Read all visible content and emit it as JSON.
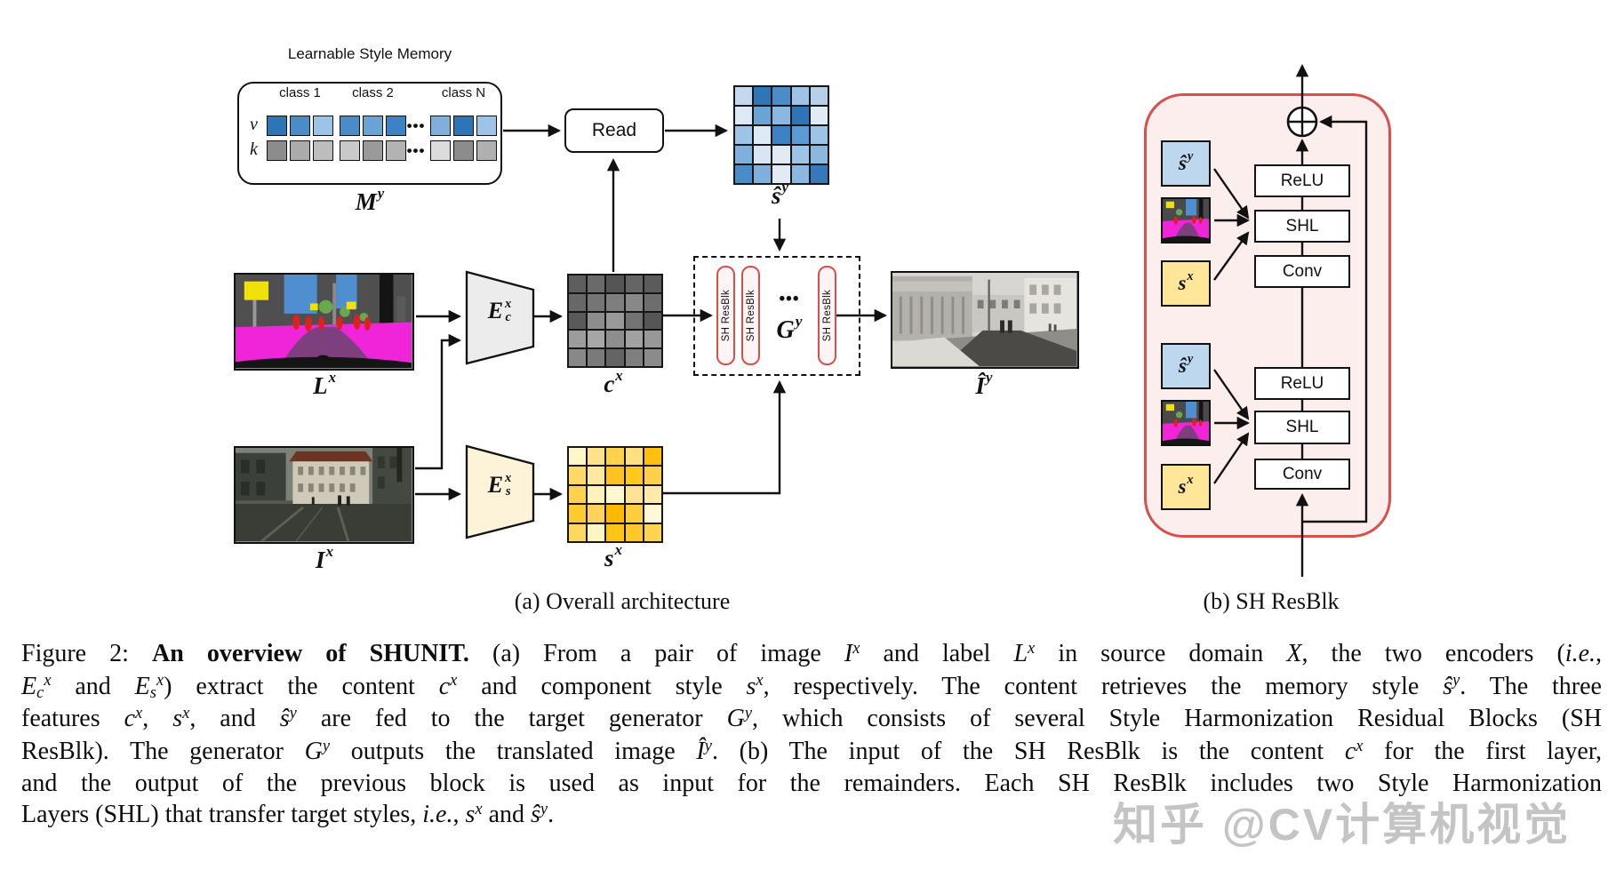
{
  "colors": {
    "accent_red": "#d94f4b",
    "panel_pink_fill": "#fdeeee",
    "pill_pink_fill": "#fdf5f5",
    "memory_blue_dark": "#2e75b8",
    "memory_blue_light": "#9dc3e6",
    "shat_square_blue": "#bdd7ee",
    "sx_square_yellow": "#ffe699",
    "segmentation_magenta": "#f024d8",
    "watermark_gray": "#a5a5a5"
  },
  "panel_a": {
    "caption": "(a) Overall architecture",
    "memory": {
      "title": "Learnable Style Memory",
      "class_labels": [
        "class 1",
        "class 2",
        "class N"
      ],
      "row_labels": {
        "v": "v",
        "k": "k"
      },
      "dots": "•••",
      "label": {
        "b": "M",
        "sup": "y"
      },
      "v_colors": [
        [
          "#2e75b8",
          "#4a8cc8",
          "#9dc3e6"
        ],
        [
          "#4a8cc8",
          "#6aa3d5",
          "#3c82c4"
        ],
        [
          "#7fb0dc",
          "#2e75b8",
          "#9dc3e6"
        ]
      ],
      "k_colors": [
        [
          "#8c8c8c",
          "#ababab",
          "#bdbdbd"
        ],
        [
          "#c9c9c9",
          "#9a9a9a",
          "#b3b3b3"
        ],
        [
          "#dcdcdc",
          "#8c8c8c",
          "#b0b0b0"
        ]
      ]
    },
    "read_label": "Read",
    "shat": {
      "label": {
        "b": "ŝ",
        "sup": "y"
      },
      "grid": [
        [
          "#c3d9ed",
          "#2e75b8",
          "#4a8cc8",
          "#9dc3e6",
          "#b6d0e9"
        ],
        [
          "#dde9f5",
          "#6aa3d5",
          "#8ab8e0",
          "#2e75b8",
          "#e0ebf6"
        ],
        [
          "#9dc3e6",
          "#dde9f5",
          "#3c82c4",
          "#5b9bd5",
          "#9dc3e6"
        ],
        [
          "#7fb0dc",
          "#d8e5f2",
          "#e0ebf6",
          "#9dc3e6",
          "#8ab8e0"
        ],
        [
          "#4a8cc8",
          "#7fb0dc",
          "#e0ebf6",
          "#8ab8e0",
          "#3579bc"
        ]
      ]
    },
    "lx": {
      "label": {
        "b": "L",
        "sup": "x"
      }
    },
    "ix": {
      "label": {
        "b": "I",
        "sup": "x"
      }
    },
    "iy": {
      "label": {
        "b": "Î",
        "sup": "y"
      }
    },
    "cx": {
      "label": {
        "b": "c",
        "sup": "x"
      },
      "grid": [
        [
          "#5e5e5e",
          "#6a6a6a",
          "#555555",
          "#656565",
          "#5b5b5b"
        ],
        [
          "#686868",
          "#757575",
          "#7e7e7e",
          "#888888",
          "#6d6d6d"
        ],
        [
          "#5a5a5a",
          "#8d8d8d",
          "#999999",
          "#737373",
          "#565656"
        ],
        [
          "#9c9c9c",
          "#a6a6a6",
          "#8d8d8d",
          "#a1a1a1",
          "#989898"
        ],
        [
          "#888888",
          "#7a7a7a",
          "#646464",
          "#7f7f7f",
          "#8b8b8b"
        ]
      ]
    },
    "sx": {
      "label": {
        "b": "s",
        "sup": "x"
      },
      "grid": [
        [
          "#fff6c9",
          "#ffe28a",
          "#ffd24d",
          "#ffdf80",
          "#ffc010"
        ],
        [
          "#ffd865",
          "#ffe9a0",
          "#ffc224",
          "#ffc81e",
          "#ffd14a"
        ],
        [
          "#ffd14d",
          "#fff3bd",
          "#fff7d0",
          "#ffe294",
          "#ffe9ab"
        ],
        [
          "#ffc930",
          "#ffd25a",
          "#ffb900",
          "#ffce3d",
          "#fff9d6"
        ],
        [
          "#ffd75e",
          "#fff6c4",
          "#ffc414",
          "#ffc82a",
          "#ffd452"
        ]
      ]
    },
    "encoder_content": {
      "b": "E",
      "sub": "c",
      "sup": "x"
    },
    "encoder_style": {
      "b": "E",
      "sub": "s",
      "sup": "x"
    },
    "generator": {
      "label": {
        "b": "G",
        "sup": "y"
      },
      "resblk": "SH ResBlk",
      "dots": "•••"
    }
  },
  "panel_b": {
    "caption": "(b) SH ResBlk",
    "shat_label": {
      "b": "ŝ",
      "sup": "y"
    },
    "sx_label": {
      "b": "s",
      "sup": "x"
    },
    "groups": [
      {
        "relu": "ReLU",
        "shl": "SHL",
        "conv": "Conv"
      },
      {
        "relu": "ReLU",
        "shl": "SHL",
        "conv": "Conv"
      }
    ]
  },
  "figure_caption": {
    "lines": [
      [
        {
          "t": "Figure 2: ",
          "f": "p"
        },
        {
          "t": "An overview of SHUNIT.",
          "f": "b"
        },
        {
          "t": " (a) From a pair of image ",
          "f": "p"
        },
        {
          "t": "I",
          "f": "m"
        },
        {
          "t": "x",
          "f": "s"
        },
        {
          "t": " and label ",
          "f": "p"
        },
        {
          "t": "L",
          "f": "m"
        },
        {
          "t": "x",
          "f": "s"
        },
        {
          "t": " in source domain ",
          "f": "p"
        },
        {
          "t": "X",
          "f": "m"
        },
        {
          "t": ", the two encoders (",
          "f": "p"
        },
        {
          "t": "i.e.",
          "f": "i"
        },
        {
          "t": ",",
          "f": "p"
        }
      ],
      [
        {
          "t": "E",
          "f": "m"
        },
        {
          "t": "c",
          "f": "u"
        },
        {
          "t": "x",
          "f": "s"
        },
        {
          "t": " and ",
          "f": "p"
        },
        {
          "t": "E",
          "f": "m"
        },
        {
          "t": "s",
          "f": "u"
        },
        {
          "t": "x",
          "f": "s"
        },
        {
          "t": ") extract the content ",
          "f": "p"
        },
        {
          "t": "c",
          "f": "m"
        },
        {
          "t": "x",
          "f": "s"
        },
        {
          "t": " and component style ",
          "f": "p"
        },
        {
          "t": "s",
          "f": "m"
        },
        {
          "t": "x",
          "f": "s"
        },
        {
          "t": ", respectively. The content retrieves the memory style ",
          "f": "p"
        },
        {
          "t": "ŝ",
          "f": "m"
        },
        {
          "t": "y",
          "f": "s"
        },
        {
          "t": ". The three",
          "f": "p"
        }
      ],
      [
        {
          "t": "features ",
          "f": "p"
        },
        {
          "t": "c",
          "f": "m"
        },
        {
          "t": "x",
          "f": "s"
        },
        {
          "t": ", ",
          "f": "p"
        },
        {
          "t": "s",
          "f": "m"
        },
        {
          "t": "x",
          "f": "s"
        },
        {
          "t": ", and ",
          "f": "p"
        },
        {
          "t": "ŝ",
          "f": "m"
        },
        {
          "t": "y",
          "f": "s"
        },
        {
          "t": " are fed to the target generator ",
          "f": "p"
        },
        {
          "t": "G",
          "f": "m"
        },
        {
          "t": "y",
          "f": "s"
        },
        {
          "t": ", which consists of several Style Harmonization Residual Blocks (SH",
          "f": "p"
        }
      ],
      [
        {
          "t": "ResBlk). The generator ",
          "f": "p"
        },
        {
          "t": "G",
          "f": "m"
        },
        {
          "t": "y",
          "f": "s"
        },
        {
          "t": " outputs the translated image ",
          "f": "p"
        },
        {
          "t": "Î",
          "f": "m"
        },
        {
          "t": "y",
          "f": "s"
        },
        {
          "t": ". (b) The input of the SH ResBlk is the content ",
          "f": "p"
        },
        {
          "t": "c",
          "f": "m"
        },
        {
          "t": "x",
          "f": "s"
        },
        {
          "t": " for the first layer,",
          "f": "p"
        }
      ],
      [
        {
          "t": "and the output of the previous block is used as input for the remainders. Each SH ResBlk includes two Style Harmonization",
          "f": "p"
        }
      ],
      [
        {
          "t": "Layers (SHL) that transfer target styles, ",
          "f": "p"
        },
        {
          "t": "i.e.",
          "f": "i"
        },
        {
          "t": ", ",
          "f": "p"
        },
        {
          "t": "s",
          "f": "m"
        },
        {
          "t": "x",
          "f": "s"
        },
        {
          "t": " and ",
          "f": "p"
        },
        {
          "t": "ŝ",
          "f": "m"
        },
        {
          "t": "y",
          "f": "s"
        },
        {
          "t": ".",
          "f": "p"
        }
      ]
    ]
  },
  "watermark": "知乎 @CV计算机视觉"
}
